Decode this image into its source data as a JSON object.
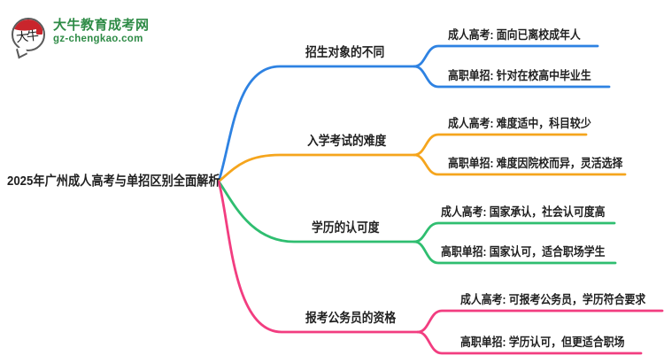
{
  "logo": {
    "icon_text": "大牛",
    "title": "大牛教育成考网",
    "domain": "gz-chengkao.com",
    "brand_color": "#2E8B46",
    "seal_color": "#C9252C"
  },
  "colors": {
    "text": "#1F1F1F",
    "background": "#FFFFFF"
  },
  "root": {
    "label": "2025年广州成人高考与单招区别全面解析"
  },
  "branches": [
    {
      "label": "招生对象的不同",
      "color": "#2E82E2",
      "children": [
        "成人高考: 面向已离校成年人",
        "高职单招: 针对在校高中毕业生"
      ]
    },
    {
      "label": "入学考试的难度",
      "color": "#F5A51D",
      "children": [
        "成人高考: 难度适中，科目较少",
        "高职单招: 难度因院校而异，灵活选择"
      ]
    },
    {
      "label": "学历的认可度",
      "color": "#2FBE70",
      "children": [
        "成人高考: 国家承认，社会认可度高",
        "高职单招: 国家认可，适合职场学生"
      ]
    },
    {
      "label": "报考公务员的资格",
      "color": "#F23D80",
      "children": [
        "成人高考: 可报考公务员，学历符合要求",
        "高职单招: 学历认可，但更适合职场"
      ]
    }
  ]
}
